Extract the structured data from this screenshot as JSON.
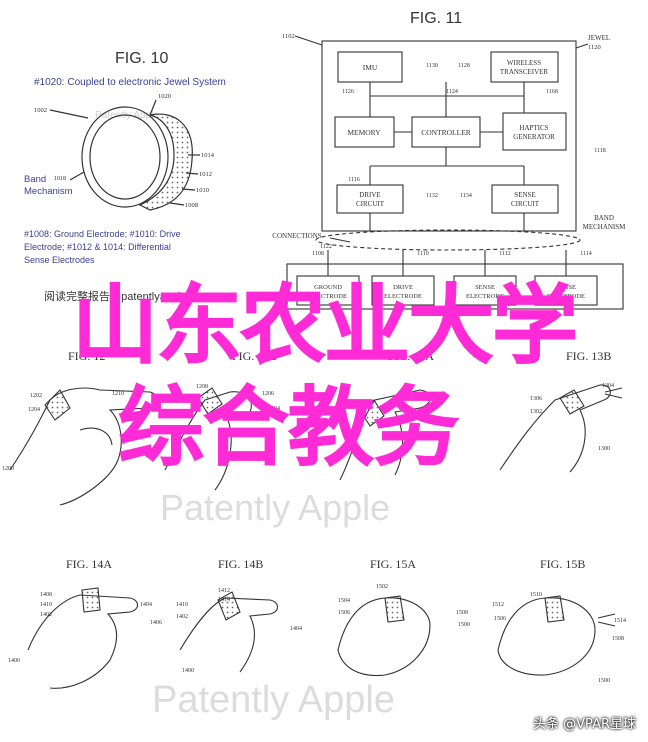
{
  "fig10": {
    "title": "FIG. 10",
    "caption": "#1020: Coupled to electronic Jewel System",
    "ref_1002": "1002",
    "ref_1020": "1020",
    "watermark": "Patently Apple",
    "band_label_1": "Band",
    "band_label_2": "Mechanism",
    "ref_1018": "1018",
    "ref_1014": "1014",
    "ref_1012": "1012",
    "ref_1010": "1010",
    "ref_1008": "1008",
    "legend_1": "#1008: Ground Electrode; #1010: Drive",
    "legend_2": "Electrode; #1012 & 1014: Differential",
    "legend_3": "Sense Electrodes"
  },
  "fig11": {
    "title": "FIG. 11",
    "ref_1102": "1102",
    "jewel_1": "JEWEL",
    "jewel_2": "1120",
    "imu": "IMU",
    "ref_1130": "1130",
    "ref_1128": "1128",
    "wireless_1": "WIRELESS",
    "wireless_2": "TRANSCEIVER",
    "ref_1126": "1126",
    "ref_1124": "1124",
    "ref_1168": "1168",
    "memory": "MEMORY",
    "controller": "CONTROLLER",
    "haptics_1": "HAPTICS",
    "haptics_2": "GENERATOR",
    "ref_1116": "1116",
    "ref_1118": "1118",
    "drive_1": "DRIVE",
    "drive_2": "CIRCUIT",
    "ref_1132": "1132",
    "ref_1134": "1134",
    "sense_1": "SENSE",
    "sense_2": "CIRCUIT",
    "connections": "CONNECTIONS",
    "ref_1122": "1122",
    "band_1": "BAND",
    "band_2": "MECHANISM",
    "ref_1108": "1108",
    "ref_1110": "1110",
    "ref_1112": "1112",
    "ref_1114": "1114",
    "ground_1": "GROUND",
    "ground_2": "ELECTRODE",
    "drive_e_1": "DRIVE",
    "drive_e_2": "ELECTRODE",
    "sense_e1_1": "SENSE",
    "sense_e1_2": "ELECTRODE",
    "sense_e2_1": "SENSE",
    "sense_e2_2": "ELECTRODE"
  },
  "report_line": "阅读完整报告@patentlyapple.com",
  "fig12": {
    "title_a": "FIG. 12",
    "title_b": "FIG. 12B",
    "title_c": "FIG. 13A",
    "title_d": "FIG. 13B",
    "refs_left": [
      "1202",
      "1204",
      "1210",
      "1200"
    ],
    "refs_mid": [
      "1208",
      "1206",
      "1204"
    ],
    "refs_right": [
      "1304",
      "1306",
      "1302",
      "1300"
    ],
    "watermark": "Patently Apple"
  },
  "fig14": {
    "title_a": "FIG. 14A",
    "title_b": "FIG. 14B",
    "title_c": "FIG. 15A",
    "title_d": "FIG. 15B",
    "refs_a": [
      "1408",
      "1410",
      "1402",
      "1404",
      "1406",
      "1400"
    ],
    "refs_b": [
      "1412",
      "1414",
      "1410",
      "1402",
      "1404",
      "1400"
    ],
    "refs_c": [
      "1502",
      "1504",
      "1506",
      "1508",
      "1500"
    ],
    "refs_d": [
      "1510",
      "1512",
      "1506",
      "1514",
      "1508",
      "1500"
    ],
    "watermark": "Patently Apple"
  },
  "overlay": {
    "line1": "山东农业大学",
    "line2": "综合教务"
  },
  "credit": "头条 @VPAR星球",
  "colors": {
    "overlay": "#ff2bd6",
    "line": "#333333",
    "caption": "#3a3f8f",
    "watermark": "#d6d6d6"
  }
}
